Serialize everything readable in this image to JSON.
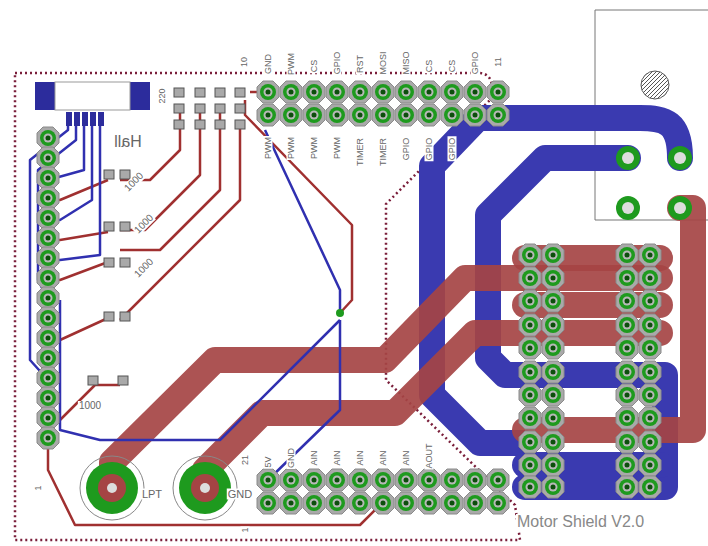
{
  "diagram": {
    "labels": [
      "10",
      "GND",
      "PWM",
      "CS",
      "GPIO",
      "RST",
      "MOSI",
      "MISO",
      "CS",
      "CS",
      "GPIO",
      "11",
      "PWM",
      "PWM",
      "PWM",
      "PWM",
      "TIMER",
      "TIMER",
      "GPIO",
      "GPIO",
      "GPIO",
      "220",
      "Hall",
      "1000",
      "1000",
      "1000",
      "1000",
      "21",
      "5V",
      "GND",
      "AIN",
      "AIN",
      "AIN",
      "AIN",
      "AIN",
      "AOUT",
      "1",
      "LPT",
      "GND",
      "1",
      "Motor Shield V2.0"
    ]
  }
}
